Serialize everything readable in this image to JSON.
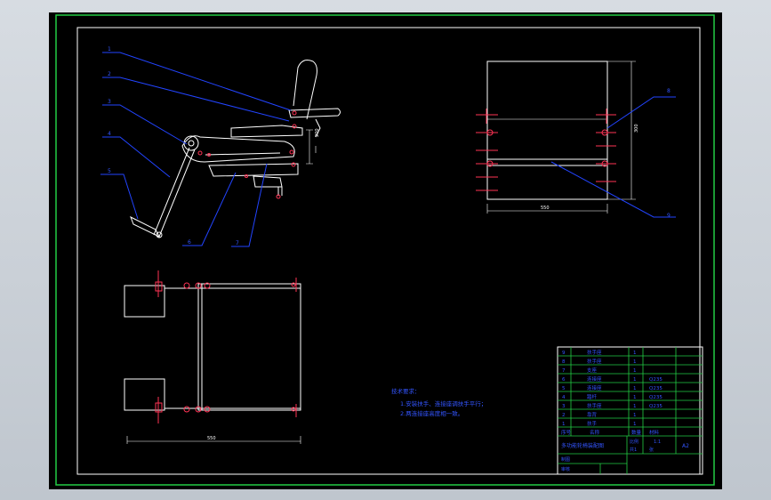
{
  "colors": {
    "background": "#000000",
    "outer_frame": "#22cc44",
    "geometry": "#ffffff",
    "leaders": "#2244ff",
    "annotations": "#3355ff",
    "marks": "#ff3355",
    "titleblock_lines": "#22cc44"
  },
  "callouts": {
    "side_view": [
      "1",
      "2",
      "3",
      "4",
      "5",
      "6",
      "7"
    ],
    "front_view": [
      "8",
      "9"
    ]
  },
  "dimensions": {
    "base_width": "550",
    "front_width": "550",
    "front_height": "300",
    "side_height": "200"
  },
  "notes": {
    "heading": "技术要求：",
    "lines": [
      "1.安装扶手、连接座调扶手平行；",
      "2.两连接座高度相一致。"
    ]
  },
  "parts_list": {
    "rows": [
      {
        "no": "9",
        "name": "扶手座",
        "qty": "1",
        "material": ""
      },
      {
        "no": "8",
        "name": "扶手座",
        "qty": "1",
        "material": ""
      },
      {
        "no": "7",
        "name": "支座",
        "qty": "1",
        "material": ""
      },
      {
        "no": "6",
        "name": "连接座",
        "qty": "1",
        "material": "Q235"
      },
      {
        "no": "5",
        "name": "连接座",
        "qty": "1",
        "material": "Q235"
      },
      {
        "no": "4",
        "name": "踏杆",
        "qty": "1",
        "material": "Q235"
      },
      {
        "no": "3",
        "name": "扶手座",
        "qty": "1",
        "material": "Q235"
      },
      {
        "no": "2",
        "name": "靠背",
        "qty": "1",
        "material": ""
      },
      {
        "no": "1",
        "name": "扶手",
        "qty": "1",
        "material": ""
      }
    ],
    "header": {
      "no": "序号",
      "name": "名称",
      "qty": "数量",
      "material": "材料"
    }
  },
  "title_block": {
    "title": "多功能轮椅装配图",
    "scale": "1:1",
    "sheet": "A2",
    "extra": [
      "比例",
      "共1",
      "张"
    ],
    "sign_rows": [
      "制图",
      "审核"
    ]
  }
}
